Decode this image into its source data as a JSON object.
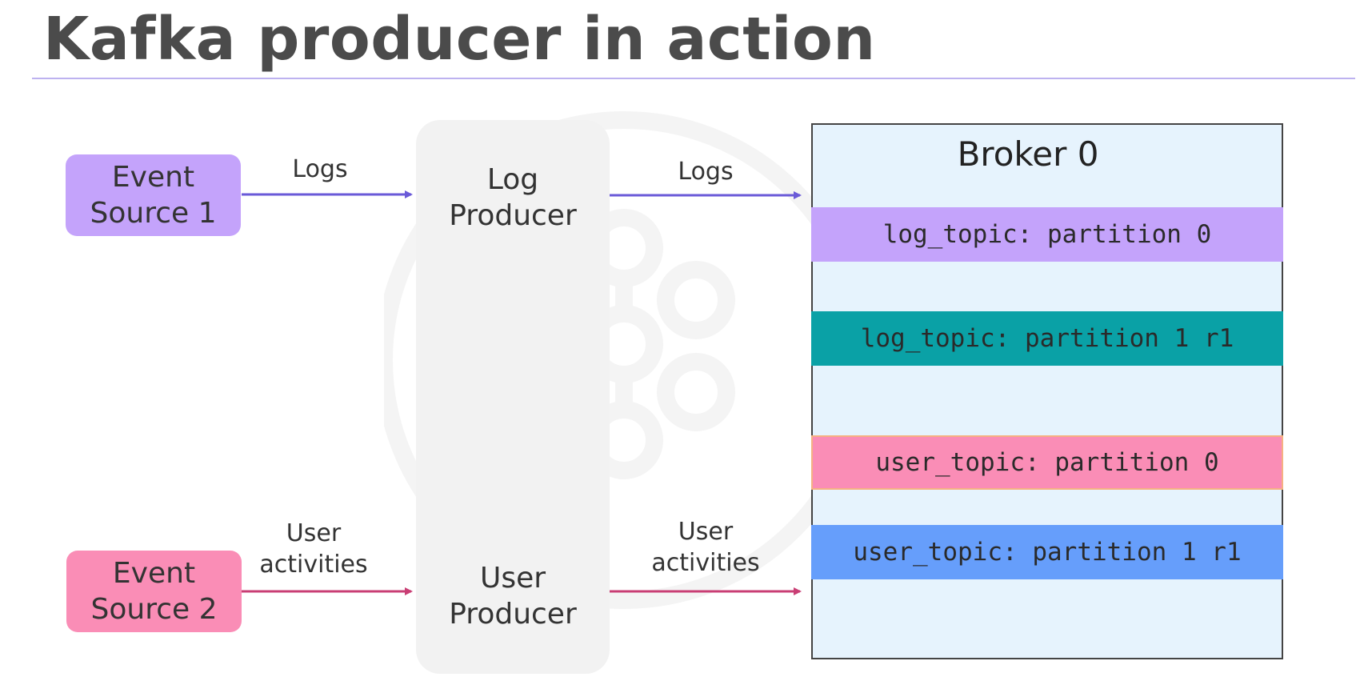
{
  "title": "Kafka producer in action",
  "sources": [
    {
      "label": "Event\nSource 1",
      "color": "#c4a3fb"
    },
    {
      "label": "Event\nSource 2",
      "color": "#fa8db6"
    }
  ],
  "producers": [
    {
      "label": "Log\nProducer"
    },
    {
      "label": "User\nProducer"
    }
  ],
  "arrows": {
    "source1_to_producer": "Logs",
    "producer_to_broker_logs": "Logs",
    "source2_to_producer": "User\nactivities",
    "producer_to_broker_user": "User\nactivities",
    "log_color": "#6a5ad8",
    "user_color": "#c93e74"
  },
  "broker": {
    "title": "Broker 0",
    "background": "#e6f3fd",
    "partitions": [
      {
        "label": "log_topic: partition 0",
        "color": "#c4a3fb"
      },
      {
        "label": "log_topic: partition 1 r1",
        "color": "#0aa1a6"
      },
      {
        "label": "user_topic: partition 0",
        "color": "#fa8db6"
      },
      {
        "label": "user_topic: partition 1 r1",
        "color": "#669efb"
      }
    ]
  },
  "watermark_icon": "kafka-logo-icon"
}
